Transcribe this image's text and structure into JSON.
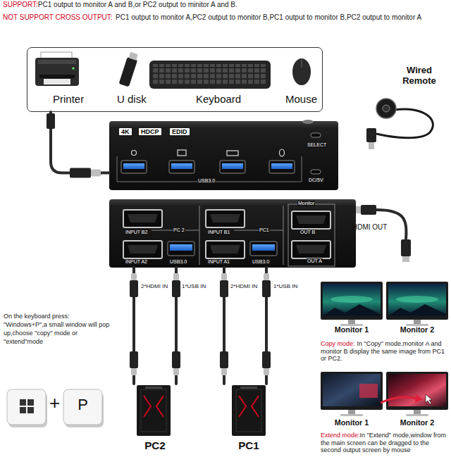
{
  "diagram": {
    "nodes": [
      {
        "text": [
          "Printer",
          "U disk",
          "Keyboard",
          "Mouse"
        ]
      },
      {
        "text": [
          "4K",
          "HDCP",
          "EDID",
          "SELECT",
          "USB3.0",
          "DC/5V"
        ]
      },
      {
        "text": [
          "Monitor",
          "INPUT B2",
          "PC 2",
          "INPUT B1",
          "PC1",
          "OUT B",
          "INPUT A2",
          "USB3.0",
          "INPUT A1",
          "USB3.0",
          "OUT A"
        ]
      },
      {
        "text": [
          "PC2"
        ]
      },
      {
        "text": [
          "PC1"
        ]
      },
      {
        "text": [
          "Monitor 1"
        ]
      },
      {
        "text": [
          "Monitor 2"
        ]
      },
      {
        "text": [
          "Monitor 1"
        ]
      },
      {
        "text": [
          "Monitor 2"
        ]
      }
    ],
    "edges": [
      {
        "from": 0,
        "to": 1,
        "arrow": "none"
      },
      {
        "from": 3,
        "to": 2,
        "arrow": "none"
      },
      {
        "from": 3,
        "to": 2,
        "arrow": "none"
      },
      {
        "from": 4,
        "to": 2,
        "arrow": "none"
      },
      {
        "from": 4,
        "to": 2,
        "arrow": "none"
      }
    ],
    "labels": [
      "SUPPORT:",
      "PC1 output to monitor A and B,or PC2 output to minitor A and B.",
      "NOT SUPPORT CROSS OUTPUT:",
      "PC1 output to monitor A,PC2 output to monitor B,PC1 output to monitor B,PC2 output to monitor A",
      "Wired Remote",
      "HDMI OUT",
      "2*HDMI IN",
      "1*USB IN",
      "2*HDMI IN",
      "1*USB IN",
      "On the keyboard press: \"Windows+P\",a small window will pop up,choose \"copy\" mode or \"extend\"mode",
      "+",
      "P",
      "Copy mode:",
      "In \"Copy\" mode,monitor A and monitor B display the same image from PC1 or PC2.",
      "Extend mode:",
      "In \"Extend\" mode,window from the main screen can be dragged to the second output screen by mouse"
    ]
  }
}
